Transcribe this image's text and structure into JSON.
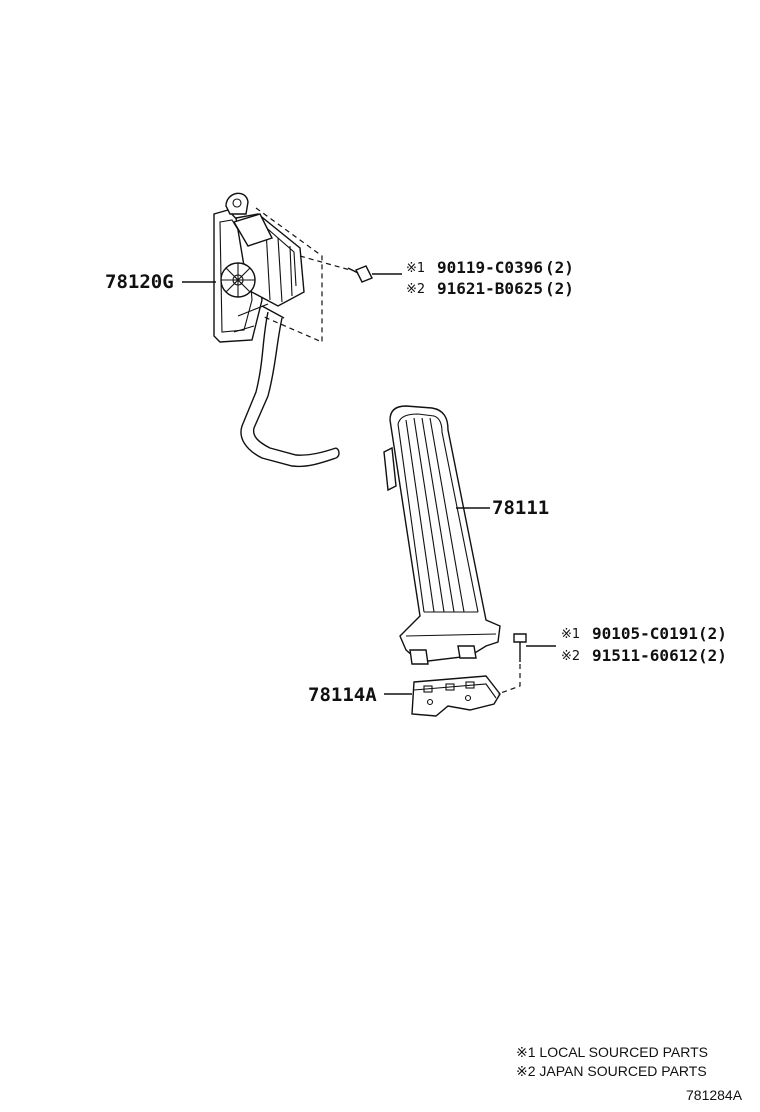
{
  "parts": {
    "sensor": "78120G",
    "pedal": "78111",
    "bracket": "78114A"
  },
  "fasteners": {
    "upper": [
      {
        "mark": "※1",
        "number": "90119-C0396",
        "qty": "(2)"
      },
      {
        "mark": "※2",
        "number": "91621-B0625",
        "qty": "(2)"
      }
    ],
    "lower": [
      {
        "mark": "※1",
        "number": "90105-C0191",
        "qty": "(2)"
      },
      {
        "mark": "※2",
        "number": "91511-60612",
        "qty": "(2)"
      }
    ]
  },
  "legend": [
    "※1 LOCAL SOURCED PARTS",
    "※2 JAPAN SOURCED PARTS"
  ],
  "diagram_code": "781284A"
}
